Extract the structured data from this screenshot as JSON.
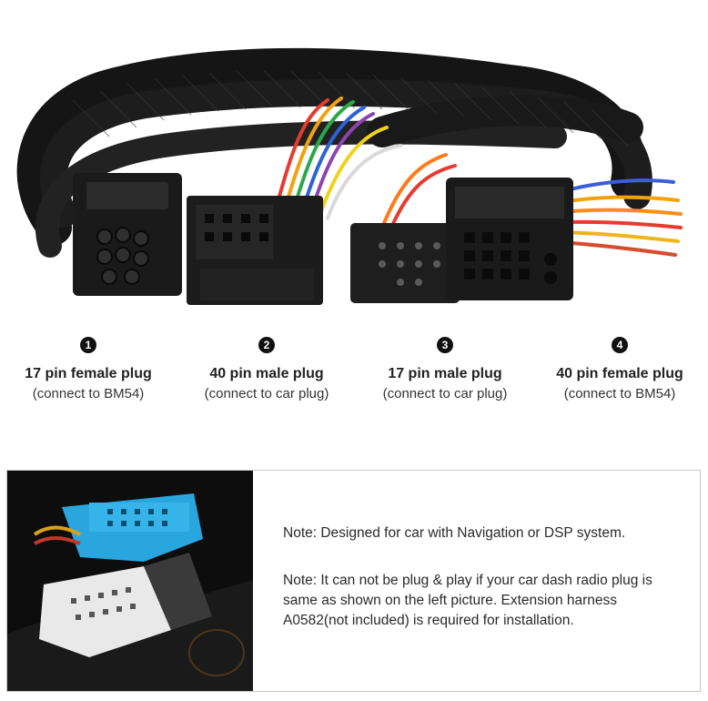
{
  "plugs": [
    {
      "number": "1",
      "title": "17 pin female plug",
      "subtitle": "(connect to BM54)"
    },
    {
      "number": "2",
      "title": "40 pin male plug",
      "subtitle": "(connect to car plug)"
    },
    {
      "number": "3",
      "title": "17 pin male plug",
      "subtitle": "(connect to car plug)"
    },
    {
      "number": "4",
      "title": "40 pin female plug",
      "subtitle": "(connect to BM54)"
    }
  ],
  "notes": {
    "note_1": "Note: Designed for car with Navigation or DSP system.",
    "note_2": "Note: It can not be plug & play if your car dash radio plug is same as shown on the left picture. Extension harness A0582(not included) is required for installation."
  },
  "colors": {
    "sleeve": "#141414",
    "connector": "#1c1c1c",
    "radio_plug_blue": "#2aa6df",
    "radio_plug_white": "#e9e9e9"
  }
}
